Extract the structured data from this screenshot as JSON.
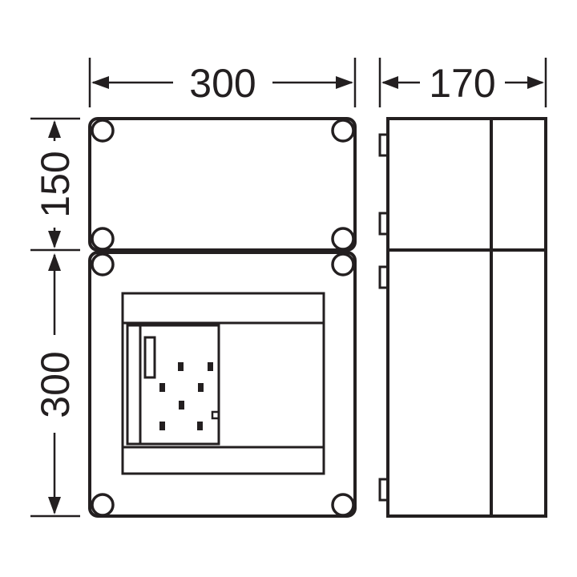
{
  "dimensions": {
    "width_label": "300",
    "depth_label": "170",
    "upper_height_label": "150",
    "lower_height_label": "300"
  },
  "colors": {
    "line": "#231f20",
    "background": "#ffffff"
  }
}
